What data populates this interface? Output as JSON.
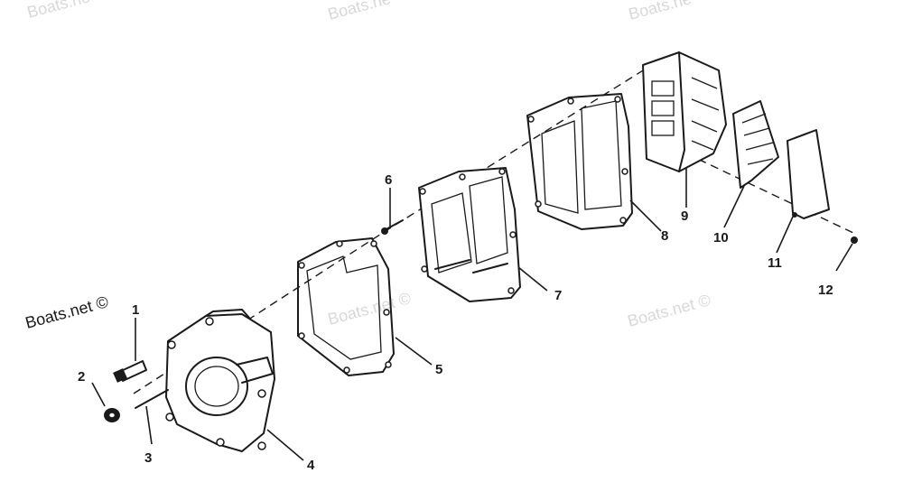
{
  "watermarks": {
    "top_left": "Boats.ne",
    "top_center": "Boats.ne",
    "top_right": "Boats.ne",
    "mid_center": "Boats.net ©",
    "mid_right": "Boats.net ©",
    "main": "Boats.net ©"
  },
  "callouts": {
    "c1": "1",
    "c2": "2",
    "c3": "3",
    "c4": "4",
    "c5": "5",
    "c6": "6",
    "c7": "7",
    "c8": "8",
    "c9": "9",
    "c10": "10",
    "c11": "11",
    "c12": "12"
  },
  "colors": {
    "ink": "#1a1a1a",
    "watermark": "#d8d8d8",
    "background": "#ffffff"
  }
}
